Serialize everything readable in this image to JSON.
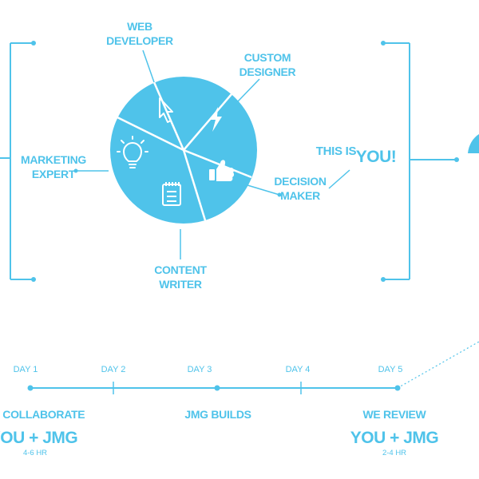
{
  "colors": {
    "accent": "#4fc3ea",
    "icon": "#ffffff",
    "background": "#ffffff"
  },
  "roles": {
    "web_developer": [
      "WEB",
      "DEVELOPER"
    ],
    "custom_designer": [
      "CUSTOM",
      "DESIGNER"
    ],
    "marketing_expert": [
      "MARKETING",
      "EXPERT"
    ],
    "decision_maker": [
      "DECISION",
      "MAKER"
    ],
    "content_writer": [
      "CONTENT",
      "WRITER"
    ]
  },
  "you_callout": {
    "prefix": "THIS IS",
    "emphasis": "YOU!"
  },
  "pie_icons": [
    "cursor-icon",
    "lightning-icon",
    "thumbs-up-icon",
    "notepad-icon",
    "lightbulb-icon"
  ],
  "timeline": {
    "days": [
      "DAY 1",
      "DAY 2",
      "DAY 3",
      "DAY 4",
      "DAY 5"
    ],
    "stages": [
      {
        "title": "WE COLLABORATE",
        "big": "YOU + JMG",
        "hours": "4-6 HR"
      },
      {
        "title": "JMG BUILDS"
      },
      {
        "title": "WE REVIEW",
        "big": "YOU + JMG",
        "hours": "2-4 HR"
      }
    ]
  }
}
